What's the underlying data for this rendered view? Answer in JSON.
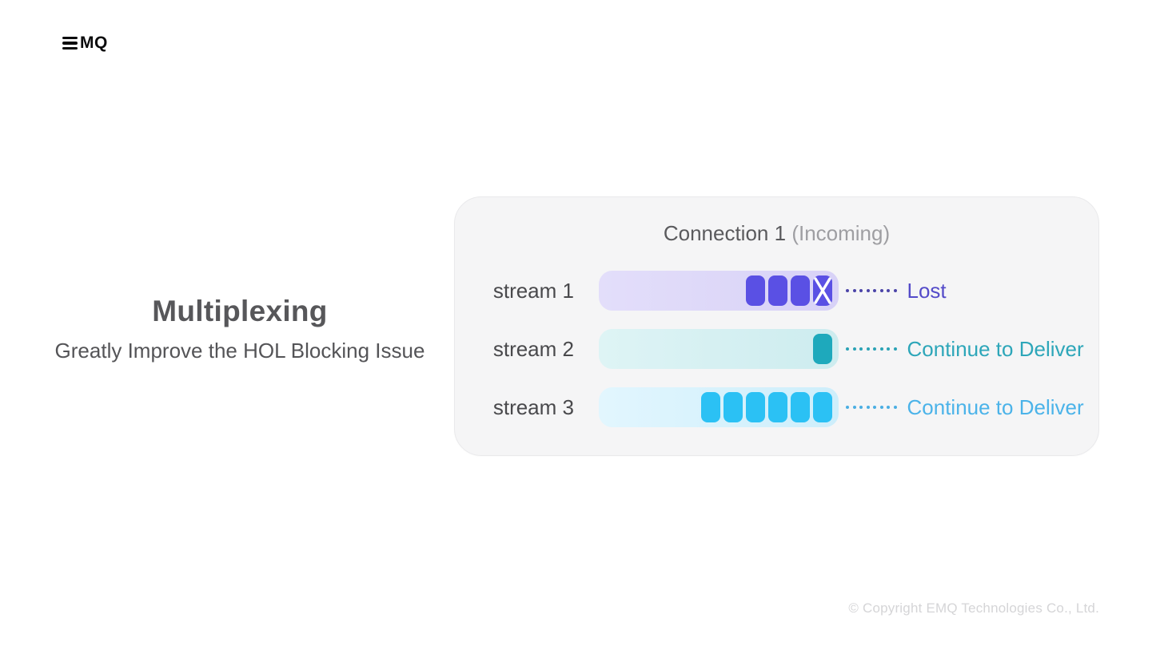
{
  "logo": {
    "brand_text": "MQ"
  },
  "left": {
    "title": "Multiplexing",
    "subtitle": "Greatly Improve the HOL Blocking Issue"
  },
  "panel": {
    "title": "Connection 1",
    "title_suffix": "(Incoming)",
    "streams": [
      {
        "label": "stream 1",
        "theme": "purple",
        "blocks": 4,
        "lost_last": true,
        "dots": 8,
        "status": "Lost"
      },
      {
        "label": "stream 2",
        "theme": "teal",
        "blocks": 1,
        "lost_last": false,
        "dots": 8,
        "status": "Continue to Deliver"
      },
      {
        "label": "stream 3",
        "theme": "cyan",
        "blocks": 6,
        "lost_last": false,
        "dots": 8,
        "status": "Continue to Deliver"
      }
    ]
  },
  "themes": {
    "purple": {
      "block": "#5a50e4",
      "track_from": "#e3defa",
      "track_to": "#d8d2f7",
      "dot": "#4b44a8",
      "status_text": "#544bc9",
      "x_mark": "#ffffff"
    },
    "teal": {
      "block": "#1ea9bc",
      "track_from": "#def4f5",
      "track_to": "#cdecef",
      "dot": "#2aa2b5",
      "status_text": "#2da6b9",
      "x_mark": "#ffffff"
    },
    "cyan": {
      "block": "#2bc1f4",
      "track_from": "#e2f6fe",
      "track_to": "#cdeefb",
      "dot": "#49aee3",
      "status_text": "#4bb3e9",
      "x_mark": "#ffffff"
    }
  },
  "footer": {
    "copyright": "© Copyright EMQ Technologies Co., Ltd."
  }
}
